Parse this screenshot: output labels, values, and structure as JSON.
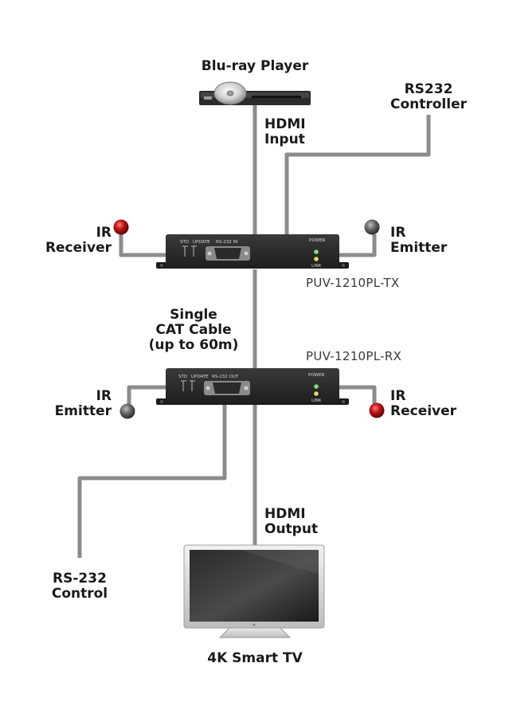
{
  "labels": {
    "bluray": "Blu-ray Player",
    "rs232_controller": [
      "RS232",
      "Controller"
    ],
    "hdmi_input": [
      "HDMI",
      "Input"
    ],
    "ir_receiver_tx": [
      "IR",
      "Receiver"
    ],
    "ir_emitter_tx": [
      "IR",
      "Emitter"
    ],
    "model_tx": "PUV-1210PL-TX",
    "cat_cable": [
      "Single",
      "CAT Cable",
      "(up to 60m)"
    ],
    "model_rx": "PUV-1210PL-RX",
    "ir_emitter_rx": [
      "IR",
      "Emitter"
    ],
    "ir_receiver_rx": [
      "IR",
      "Receiver"
    ],
    "hdmi_output": [
      "HDMI",
      "Output"
    ],
    "rs232_control": [
      "RS-232",
      "Control"
    ],
    "tv": "4K Smart TV"
  },
  "device_text": {
    "tx": {
      "std": "STD",
      "update": "UPDATE",
      "port": "RS-232 IN",
      "power": "POWER",
      "link": "LINK"
    },
    "rx": {
      "std": "STD",
      "update": "UPDATE",
      "port": "RS-232 OUT",
      "power": "POWER",
      "link": "LINK"
    }
  },
  "colors": {
    "cable": "#8c8c8c",
    "device_body": "#2b2b2b",
    "ir_receiver_red": "#b01010",
    "ir_emitter_grey": "#555555",
    "led_green": "#7fe07f",
    "led_yellow": "#e8d95a"
  }
}
